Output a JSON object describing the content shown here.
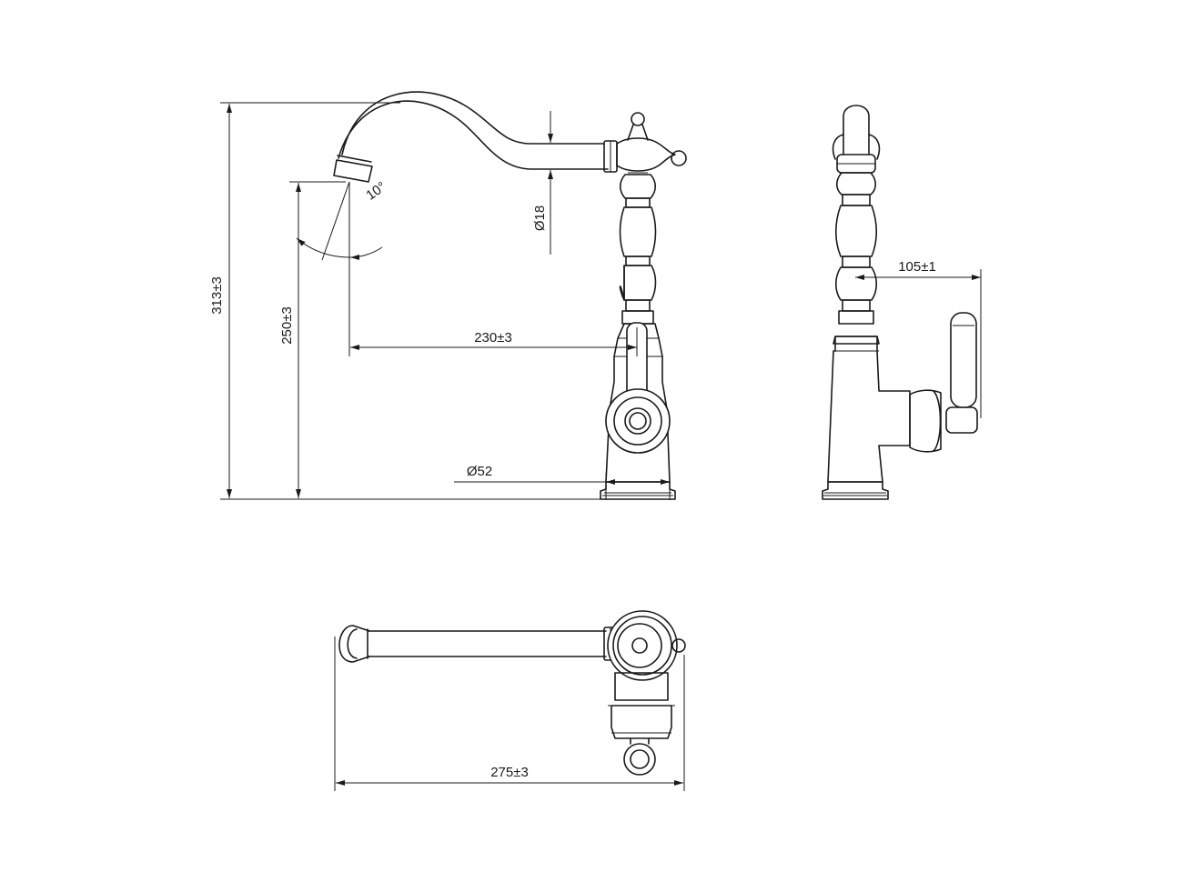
{
  "dimensions": {
    "height_total": "313±3",
    "height_spout": "250±3",
    "reach": "230±3",
    "pipe_diameter": "Ø18",
    "base_diameter": "Ø52",
    "spout_angle": "10°",
    "handle_offset": "105±1",
    "top_width": "275±3"
  }
}
